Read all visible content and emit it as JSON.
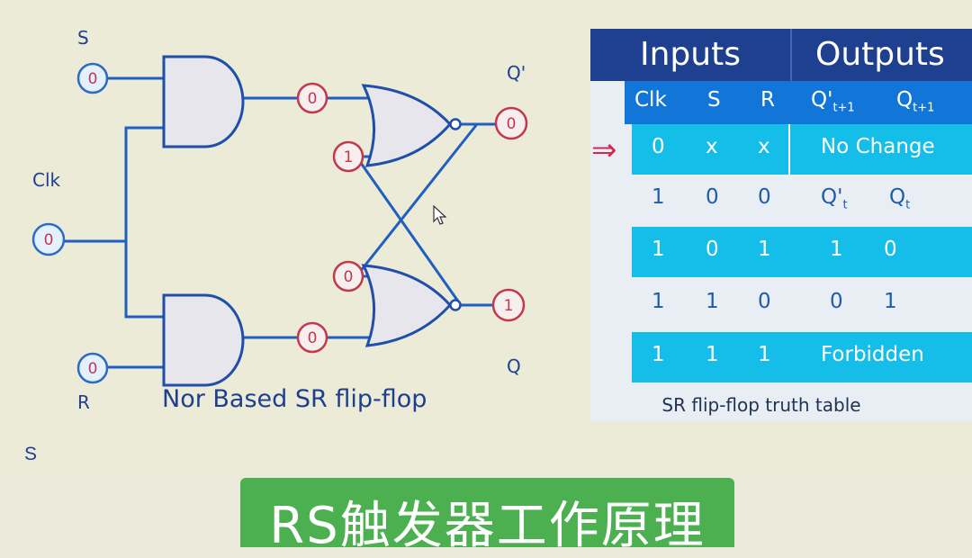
{
  "labels": {
    "s": "S",
    "r": "R",
    "clk": "Clk",
    "q_prime": "Q'",
    "q": "Q",
    "caption": "Nor Based SR flip-flop",
    "stray_s": "S"
  },
  "nodes": {
    "s_in": "0",
    "clk_in": "0",
    "r_in": "0",
    "and_top_out": "0",
    "and_bottom_out": "0",
    "nor_top_feedback": "1",
    "nor_bottom_feedback": "0",
    "q_prime_out": "0",
    "q_out": "1"
  },
  "truth_table": {
    "header_inputs": "Inputs",
    "header_outputs": "Outputs",
    "columns": [
      {
        "main": "Clk",
        "sub": ""
      },
      {
        "main": "S",
        "sub": ""
      },
      {
        "main": "R",
        "sub": ""
      },
      {
        "main": "Q'",
        "sub": "t+1"
      },
      {
        "main": "Q",
        "sub": "t+1"
      }
    ],
    "rows": [
      {
        "clk": "0",
        "s": "x",
        "r": "x",
        "out": "No Change",
        "highlight": true
      },
      {
        "clk": "1",
        "s": "0",
        "r": "0",
        "out_q_prime": "Q'",
        "out_q_prime_sub": "t",
        "out_q": "Q",
        "out_q_sub": "t",
        "highlight": false
      },
      {
        "clk": "1",
        "s": "0",
        "r": "1",
        "out_q_prime": "1",
        "out_q": "0",
        "highlight": true
      },
      {
        "clk": "1",
        "s": "1",
        "r": "0",
        "out_q_prime": "0",
        "out_q": "1",
        "highlight": false
      },
      {
        "clk": "1",
        "s": "1",
        "r": "1",
        "out": "Forbidden",
        "highlight": true
      }
    ],
    "caption": "SR flip-flop truth table",
    "current_row_marker": "⇒"
  },
  "banner": "RS触发器工作原理",
  "colors": {
    "wire": "#1f5fbf",
    "gate_fill": "#e6e6ec",
    "gate_stroke": "#1f4fa8",
    "node_ring": "#c2384f",
    "node_text": "#c2384f",
    "input_node_fill": "#e4f0fb",
    "table_dark": "#1f3f8f",
    "table_mid": "#1276d8",
    "table_light": "#15bde9",
    "banner": "#4caf50"
  }
}
